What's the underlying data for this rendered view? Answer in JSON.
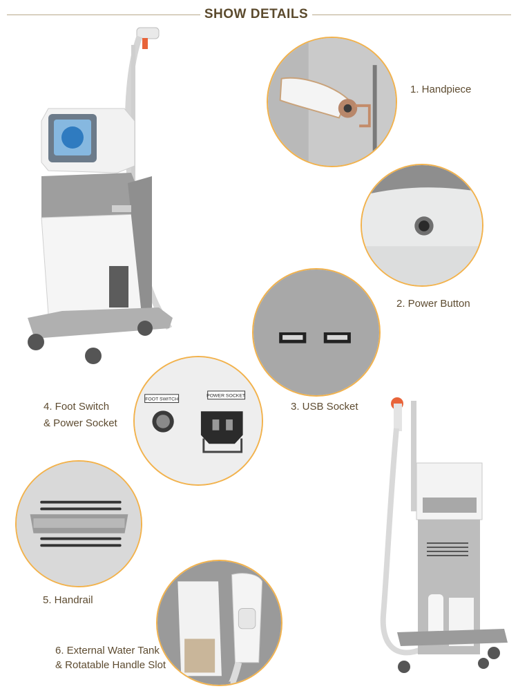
{
  "header": {
    "title": "SHOW DETAILS"
  },
  "details": {
    "handpiece": "1. Handpiece",
    "power_button": "2. Power Button",
    "usb_socket": "3. USB Socket",
    "foot_switch_line1": "4. Foot Switch",
    "foot_switch_line2": "& Power Socket",
    "handrail": "5. Handrail",
    "water_tank_line1": "6. External Water Tank",
    "water_tank_line2": "& Rotatable Handle Slot"
  },
  "socket_labels": {
    "foot_switch": "FOOT SWITCH",
    "power_socket": "POWER SOCKET"
  },
  "colors": {
    "accent_ring": "#f2b24c",
    "title_text": "#5b4a2d",
    "handle_orange": "#e8643a"
  }
}
